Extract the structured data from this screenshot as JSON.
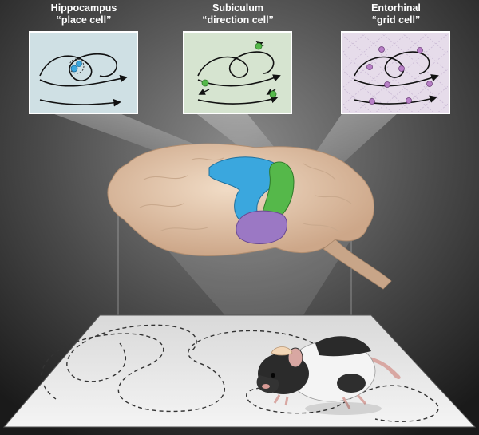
{
  "labels": {
    "hippocampus": {
      "region": "Hippocampus",
      "cell_type": "“place cell”"
    },
    "subiculum": {
      "region": "Subiculum",
      "cell_type": "“direction cell”"
    },
    "entorhinal": {
      "region": "Entorhinal",
      "cell_type": "“grid cell”"
    }
  },
  "colors": {
    "hippocampus": "#3aa7de",
    "subiculum": "#55b84a",
    "entorhinal": "#9b78c4",
    "brain": "#e6c9ad",
    "floor": "#eeeeee",
    "panel_hippocampus": "#cfe0e4",
    "panel_subiculum": "#d6e4d0",
    "panel_entorhinal": "#e6dcea"
  }
}
